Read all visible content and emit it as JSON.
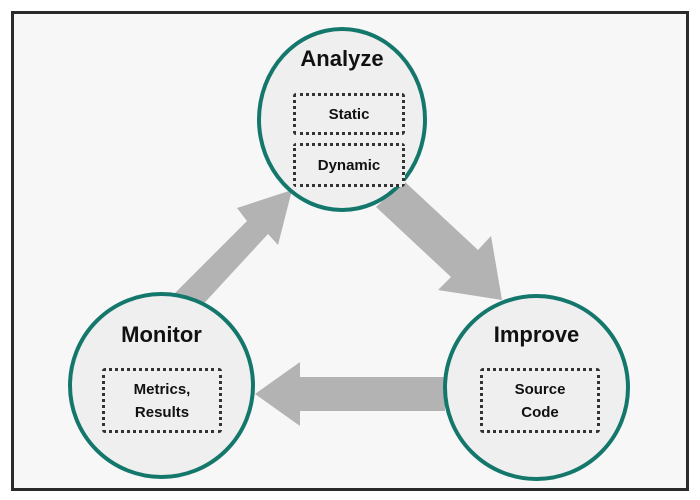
{
  "colors": {
    "frame_border": "#2a2a2a",
    "frame_background": "#f7f7f7",
    "circle_border": "#14776b",
    "circle_fill": "#efefef",
    "arrow": "#b3b3b3"
  },
  "cycle": {
    "analyze": {
      "title": "Analyze",
      "items": [
        "Static",
        "Dynamic"
      ]
    },
    "improve": {
      "title": "Improve",
      "items": [
        "Source\nCode"
      ]
    },
    "monitor": {
      "title": "Monitor",
      "items": [
        "Metrics,\nResults"
      ]
    }
  },
  "edges": [
    {
      "from": "analyze",
      "to": "improve"
    },
    {
      "from": "improve",
      "to": "monitor"
    },
    {
      "from": "monitor",
      "to": "analyze"
    }
  ]
}
